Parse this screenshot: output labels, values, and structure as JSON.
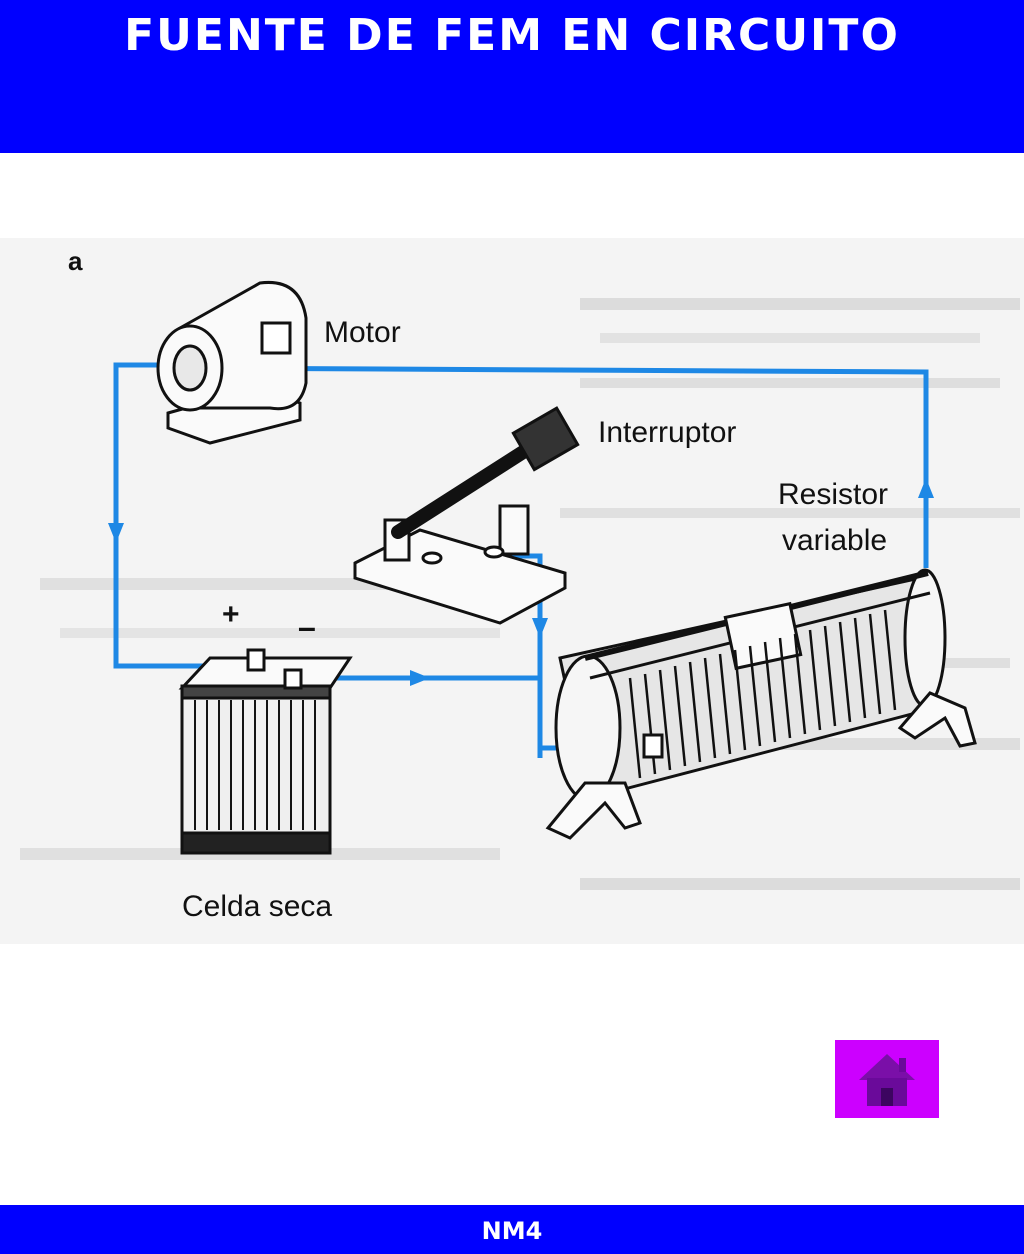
{
  "header": {
    "title": "FUENTE DE FEM EN CIRCUITO"
  },
  "diagram": {
    "panel_letter": "a",
    "labels": {
      "motor": "Motor",
      "switch": "Interruptor",
      "resistor_line1": "Resistor",
      "resistor_line2": "variable",
      "battery": "Celda seca",
      "plus": "+",
      "minus": "–"
    },
    "wire_color": "#1e88e5"
  },
  "nav": {
    "home_icon": "home-icon",
    "home_color": "#cc00ff"
  },
  "footer": {
    "text": "NM4"
  }
}
